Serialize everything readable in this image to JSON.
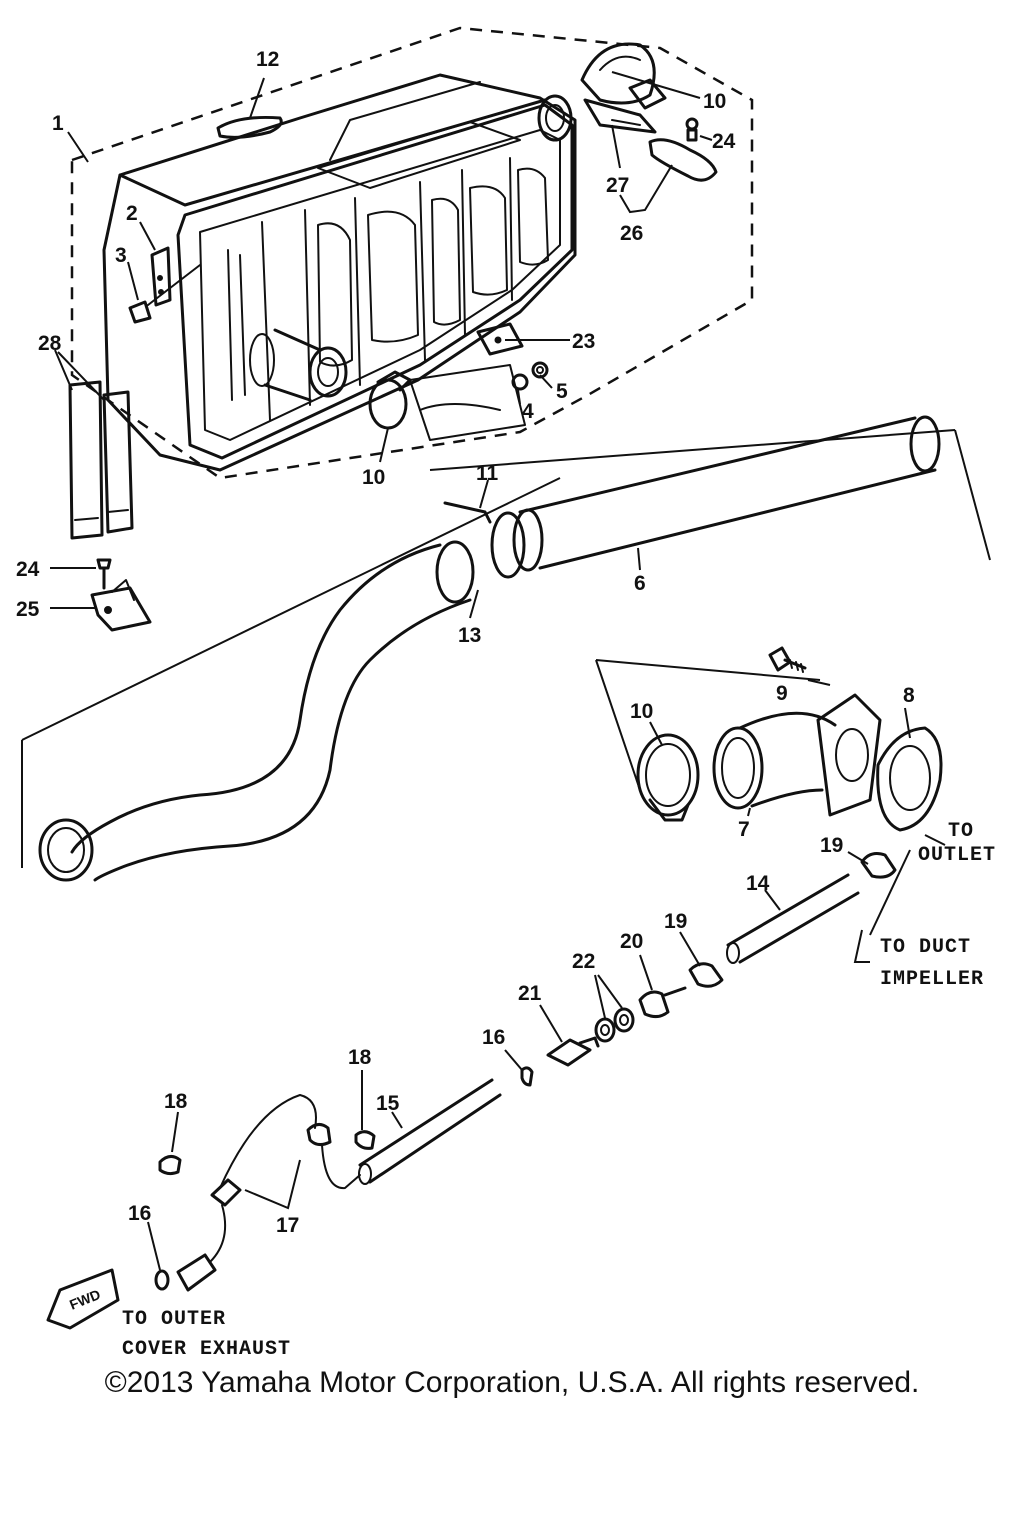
{
  "diagram": {
    "part_numbers": [
      "1",
      "2",
      "3",
      "4",
      "5",
      "6",
      "7",
      "8",
      "9",
      "10",
      "11",
      "12",
      "13",
      "14",
      "15",
      "16",
      "17",
      "18",
      "19",
      "20",
      "21",
      "22",
      "23",
      "24",
      "25",
      "26",
      "27",
      "28"
    ],
    "callouts": {
      "n1": "1",
      "n2": "2",
      "n3": "3",
      "n4": "4",
      "n5": "5",
      "n6": "6",
      "n7": "7",
      "n8": "8",
      "n9": "9",
      "n10a": "10",
      "n10b": "10",
      "n10c": "10",
      "n11": "11",
      "n12": "12",
      "n13": "13",
      "n14": "14",
      "n15": "15",
      "n16a": "16",
      "n16b": "16",
      "n17": "17",
      "n18a": "18",
      "n18b": "18",
      "n19a": "19",
      "n19b": "19",
      "n20": "20",
      "n21": "21",
      "n22": "22",
      "n23": "23",
      "n24a": "24",
      "n24b": "24",
      "n25": "25",
      "n26": "26",
      "n27": "27",
      "n28": "28"
    },
    "notes": {
      "to_outlet_1": "TO",
      "to_outlet_2": "OUTLET",
      "to_duct_1": "TO DUCT",
      "to_duct_2": "IMPELLER",
      "to_outer_1": "TO OUTER",
      "to_outer_2": "COVER EXHAUST",
      "fwd_badge": "FWD"
    }
  },
  "footer": {
    "copyright": "©2013 Yamaha Motor Corporation, U.S.A. All rights reserved."
  }
}
